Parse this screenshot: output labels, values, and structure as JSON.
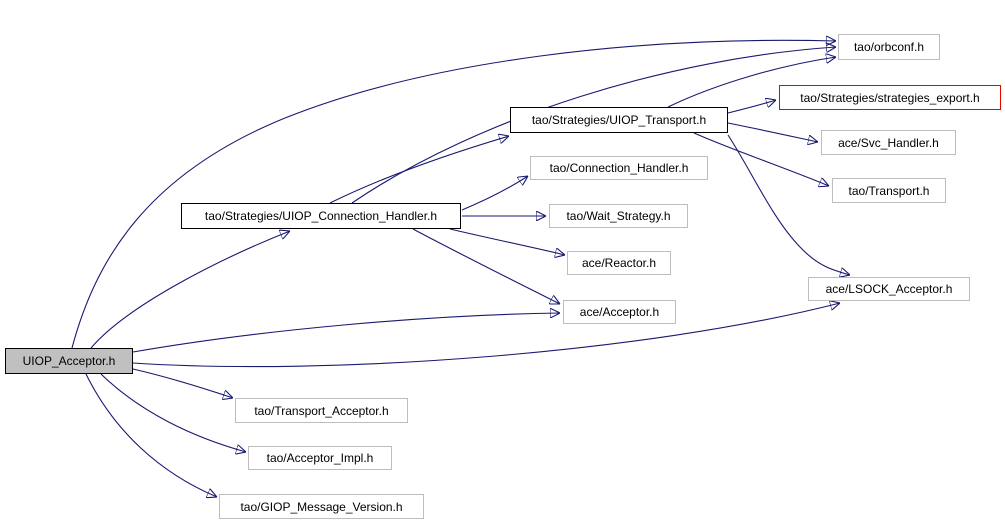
{
  "diagram": {
    "type": "include-dependency-graph",
    "background": "#ffffff",
    "edge_color": "#191970",
    "nodes": {
      "uiop_acceptor": {
        "label": "UIOP_Acceptor.h",
        "fill": "#c0c0c0",
        "border": "#000000"
      },
      "uiop_connection_handler": {
        "label": "tao/Strategies/UIOP_Connection_Handler.h",
        "fill": "#ffffff",
        "border": "#000000"
      },
      "uiop_transport": {
        "label": "tao/Strategies/UIOP_Transport.h",
        "fill": "#ffffff",
        "border": "#000000"
      },
      "orbconf": {
        "label": "tao/orbconf.h",
        "fill": "#ffffff",
        "border": "#bdbdbd"
      },
      "strategies_export": {
        "label": "tao/Strategies/strategies_export.h",
        "fill": "#ffffff",
        "border": "#ee0000"
      },
      "svc_handler": {
        "label": "ace/Svc_Handler.h",
        "fill": "#ffffff",
        "border": "#bdbdbd"
      },
      "transport": {
        "label": "tao/Transport.h",
        "fill": "#ffffff",
        "border": "#bdbdbd"
      },
      "connection_handler": {
        "label": "tao/Connection_Handler.h",
        "fill": "#ffffff",
        "border": "#bdbdbd"
      },
      "wait_strategy": {
        "label": "tao/Wait_Strategy.h",
        "fill": "#ffffff",
        "border": "#bdbdbd"
      },
      "reactor": {
        "label": "ace/Reactor.h",
        "fill": "#ffffff",
        "border": "#bdbdbd"
      },
      "acceptor": {
        "label": "ace/Acceptor.h",
        "fill": "#ffffff",
        "border": "#bdbdbd"
      },
      "lsock_acceptor": {
        "label": "ace/LSOCK_Acceptor.h",
        "fill": "#ffffff",
        "border": "#bdbdbd"
      },
      "transport_acceptor": {
        "label": "tao/Transport_Acceptor.h",
        "fill": "#ffffff",
        "border": "#bdbdbd"
      },
      "acceptor_impl": {
        "label": "tao/Acceptor_Impl.h",
        "fill": "#ffffff",
        "border": "#bdbdbd"
      },
      "giop_message_version": {
        "label": "tao/GIOP_Message_Version.h",
        "fill": "#ffffff",
        "border": "#bdbdbd"
      }
    },
    "edges": [
      {
        "from": "UIOP_Acceptor.h",
        "to": "tao/orbconf.h"
      },
      {
        "from": "UIOP_Acceptor.h",
        "to": "tao/Strategies/UIOP_Connection_Handler.h"
      },
      {
        "from": "UIOP_Acceptor.h",
        "to": "ace/Acceptor.h"
      },
      {
        "from": "UIOP_Acceptor.h",
        "to": "ace/LSOCK_Acceptor.h"
      },
      {
        "from": "UIOP_Acceptor.h",
        "to": "tao/Transport_Acceptor.h"
      },
      {
        "from": "UIOP_Acceptor.h",
        "to": "tao/Acceptor_Impl.h"
      },
      {
        "from": "UIOP_Acceptor.h",
        "to": "tao/GIOP_Message_Version.h"
      },
      {
        "from": "tao/Strategies/UIOP_Connection_Handler.h",
        "to": "tao/orbconf.h"
      },
      {
        "from": "tao/Strategies/UIOP_Connection_Handler.h",
        "to": "tao/Strategies/UIOP_Transport.h"
      },
      {
        "from": "tao/Strategies/UIOP_Connection_Handler.h",
        "to": "tao/Connection_Handler.h"
      },
      {
        "from": "tao/Strategies/UIOP_Connection_Handler.h",
        "to": "tao/Wait_Strategy.h"
      },
      {
        "from": "tao/Strategies/UIOP_Connection_Handler.h",
        "to": "ace/Reactor.h"
      },
      {
        "from": "tao/Strategies/UIOP_Connection_Handler.h",
        "to": "ace/Acceptor.h"
      },
      {
        "from": "tao/Strategies/UIOP_Transport.h",
        "to": "tao/orbconf.h"
      },
      {
        "from": "tao/Strategies/UIOP_Transport.h",
        "to": "tao/Strategies/strategies_export.h"
      },
      {
        "from": "tao/Strategies/UIOP_Transport.h",
        "to": "ace/Svc_Handler.h"
      },
      {
        "from": "tao/Strategies/UIOP_Transport.h",
        "to": "tao/Transport.h"
      },
      {
        "from": "tao/Strategies/UIOP_Transport.h",
        "to": "ace/LSOCK_Acceptor.h"
      }
    ]
  }
}
